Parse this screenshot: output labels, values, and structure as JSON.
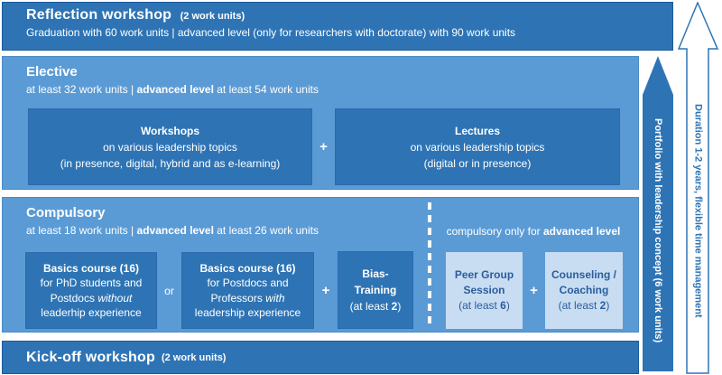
{
  "reflection": {
    "title": "Reflection workshop",
    "units": "(2 work units)",
    "subtitle": "Graduation with 60 work units | advanced level (only for researchers with doctorate) with 90 work units"
  },
  "elective": {
    "title": "Elective",
    "sub_pre": "at least 32 work units | ",
    "sub_bold": "advanced level",
    "sub_post": " at least 54 work units",
    "plus": "+",
    "workshops": {
      "l1": "Workshops",
      "l2": "on various leadership topics",
      "l3": "(in presence, digital, hybrid and as e-learning)"
    },
    "lectures": {
      "l1": "Lectures",
      "l2": "on various leadership topics",
      "l3": "(digital or in presence)"
    }
  },
  "compulsory": {
    "title": "Compulsory",
    "sub_pre": "at least 18 work units | ",
    "sub_bold": "advanced level",
    "sub_post": " at least 26 work units",
    "note_pre": "compulsory only for ",
    "note_bold": "advanced level",
    "or": "or",
    "plus": "+",
    "basics1": {
      "l1": "Basics course (16)",
      "l2": "for PhD students and",
      "l3_pre": "Postdocs ",
      "l3_italic": "without",
      "l4": "leaderhip experience"
    },
    "basics2": {
      "l1": "Basics course (16)",
      "l2": "for Postdocs and",
      "l3_pre": "Professors ",
      "l3_italic": "with",
      "l4": "leadership experience"
    },
    "bias": {
      "l1": "Bias-",
      "l2": "Training",
      "u_pre": "(at least ",
      "u_bold": "2",
      "u_post": ")"
    },
    "peer": {
      "l1": "Peer Group",
      "l2": "Session",
      "u_pre": "(at least ",
      "u_bold": "6",
      "u_post": ")"
    },
    "counseling": {
      "l1": "Counseling /",
      "l2": "Coaching",
      "u_pre": "(at least ",
      "u_bold": "2",
      "u_post": ")"
    }
  },
  "kickoff": {
    "title": "Kick-off workshop",
    "units": "(2 work units)"
  },
  "arrows": {
    "portfolio": "Portfolio with leadership concept  (6 work units)",
    "duration": "Duration 1-2 years, flexible time management"
  },
  "colors": {
    "dark_blue": "#2e74b5",
    "medium_blue": "#5b9bd5",
    "light_blue": "#c9ddf2",
    "dark_text": "#2a5d9c"
  }
}
